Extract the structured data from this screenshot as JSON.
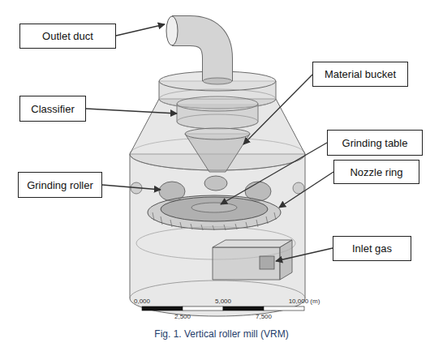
{
  "diagram": {
    "caption": "Fig. 1. Vertical roller mill (VRM)",
    "nodes": [
      {
        "text": [
          "Outlet duct"
        ]
      },
      {
        "text": [
          "Material bucket"
        ]
      },
      {
        "text": [
          "Classifier"
        ]
      },
      {
        "text": [
          "Grinding table"
        ]
      },
      {
        "text": [
          "Nozzle ring"
        ]
      },
      {
        "text": [
          "Grinding roller"
        ]
      },
      {
        "text": [
          "Inlet gas"
        ]
      }
    ],
    "labels": [
      "0,000",
      "5,000",
      "10,000 (m)",
      "2,500",
      "7,500"
    ]
  }
}
